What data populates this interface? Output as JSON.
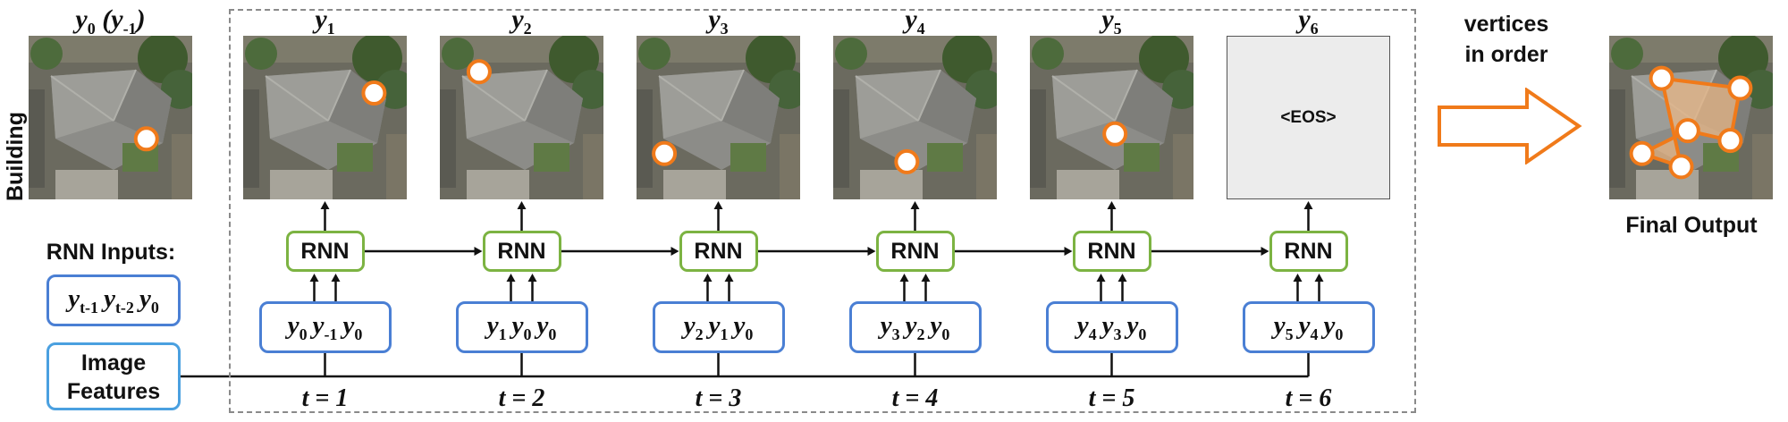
{
  "side_label": "Building",
  "initial": {
    "label_main": "y",
    "sub_main": "0",
    "label_paren": "(y",
    "sub_paren": "-1",
    "close": ")"
  },
  "steps": [
    {
      "y": "y",
      "ysub": "1",
      "inputs": [
        [
          "y",
          "0"
        ],
        [
          "y",
          "-1"
        ],
        [
          "y",
          "0"
        ]
      ],
      "t": "t = 1",
      "dot": [
        0.8,
        0.35
      ]
    },
    {
      "y": "y",
      "ysub": "2",
      "inputs": [
        [
          "y",
          "1"
        ],
        [
          "y",
          "0"
        ],
        [
          "y",
          "0"
        ]
      ],
      "t": "t = 2",
      "dot": [
        0.24,
        0.22
      ]
    },
    {
      "y": "y",
      "ysub": "3",
      "inputs": [
        [
          "y",
          "2"
        ],
        [
          "y",
          "1"
        ],
        [
          "y",
          "0"
        ]
      ],
      "t": "t = 3",
      "dot": [
        0.17,
        0.72
      ]
    },
    {
      "y": "y",
      "ysub": "4",
      "inputs": [
        [
          "y",
          "3"
        ],
        [
          "y",
          "2"
        ],
        [
          "y",
          "0"
        ]
      ],
      "t": "t = 4",
      "dot": [
        0.45,
        0.77
      ]
    },
    {
      "y": "y",
      "ysub": "5",
      "inputs": [
        [
          "y",
          "4"
        ],
        [
          "y",
          "3"
        ],
        [
          "y",
          "0"
        ]
      ],
      "t": "t = 5",
      "dot": [
        0.52,
        0.6
      ]
    },
    {
      "y": "y",
      "ysub": "6",
      "inputs": [
        [
          "y",
          "5"
        ],
        [
          "y",
          "4"
        ],
        [
          "y",
          "0"
        ]
      ],
      "t": "t = 6",
      "eos": "<EOS>"
    }
  ],
  "initial_dot": [
    0.72,
    0.63
  ],
  "rnn_label": "RNN",
  "legend": {
    "title": "RNN Inputs:",
    "inputs": [
      [
        "y",
        "t-1"
      ],
      [
        "y",
        "t-2"
      ],
      [
        "y",
        "0"
      ]
    ],
    "features_line1": "Image",
    "features_line2": "Features"
  },
  "result": {
    "text_line1": "vertices",
    "text_line2": "in order",
    "caption": "Final Output",
    "polygon": [
      [
        0.32,
        0.26
      ],
      [
        0.8,
        0.32
      ],
      [
        0.74,
        0.64
      ],
      [
        0.48,
        0.58
      ],
      [
        0.2,
        0.72
      ],
      [
        0.44,
        0.8
      ]
    ]
  },
  "colors": {
    "rnn_border": "#7cb342",
    "input_border": "#4a7fd4",
    "dot_stroke": "#f07a1a",
    "arrow_outline": "#f07a1a",
    "polygon_fill": "#e8b787"
  }
}
